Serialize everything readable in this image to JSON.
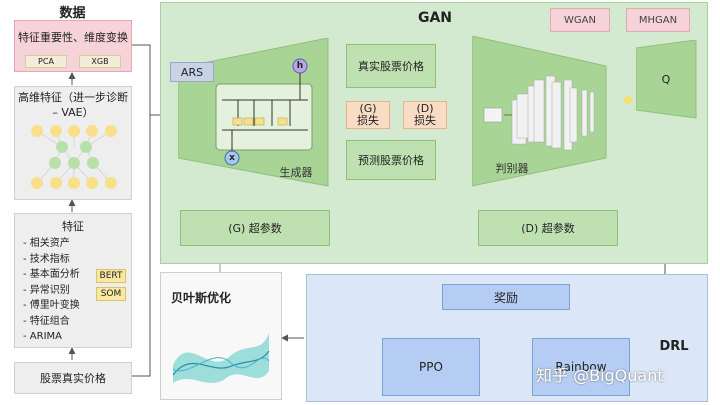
{
  "data_panel": {
    "title": "数据",
    "importance_box": {
      "title": "特征重要性、维度变换",
      "left_tag": "PCA",
      "right_tag": "XGB"
    },
    "vae_box": {
      "title": "高维特征（进一步诊断 – VAE）"
    },
    "features_box": {
      "title": "特征",
      "items": [
        "- 相关资产",
        "- 技术指标",
        "- 基本面分析",
        "- 异常识别",
        "- 傅里叶变换",
        "- 特征组合",
        "- ARIMA"
      ],
      "bert_tag": "BERT",
      "som_tag": "SOM"
    },
    "bottom_box": "股票真实价格"
  },
  "gan_panel": {
    "title": "GAN",
    "wgan": "WGAN",
    "mhgan": "MHGAN",
    "ars": "ARS",
    "generator_label": "生成器",
    "discriminator_label": "判别器",
    "real_price": "真实股票价格",
    "g_loss": {
      "line1": "(G)",
      "line2": "损失"
    },
    "d_loss": {
      "line1": "(D)",
      "line2": "损失"
    },
    "pred_price": "预测股票价格",
    "g_hyper": "(G) 超参数",
    "d_hyper": "(D) 超参数",
    "q_label": "Q"
  },
  "bayes_panel": {
    "title": "贝叶斯优化"
  },
  "drl_panel": {
    "title": "DRL",
    "reward": "奖励",
    "ppo": "PPO",
    "rainbow": "Rainbow"
  },
  "watermark": "知乎 @BigQuant",
  "colors": {
    "green_panel": "#d3ead0",
    "green_box": "#bfe0b0",
    "pink": "#f6d3d8",
    "blue_panel": "#dbe7f7",
    "blue_box": "#b6cdf3"
  }
}
